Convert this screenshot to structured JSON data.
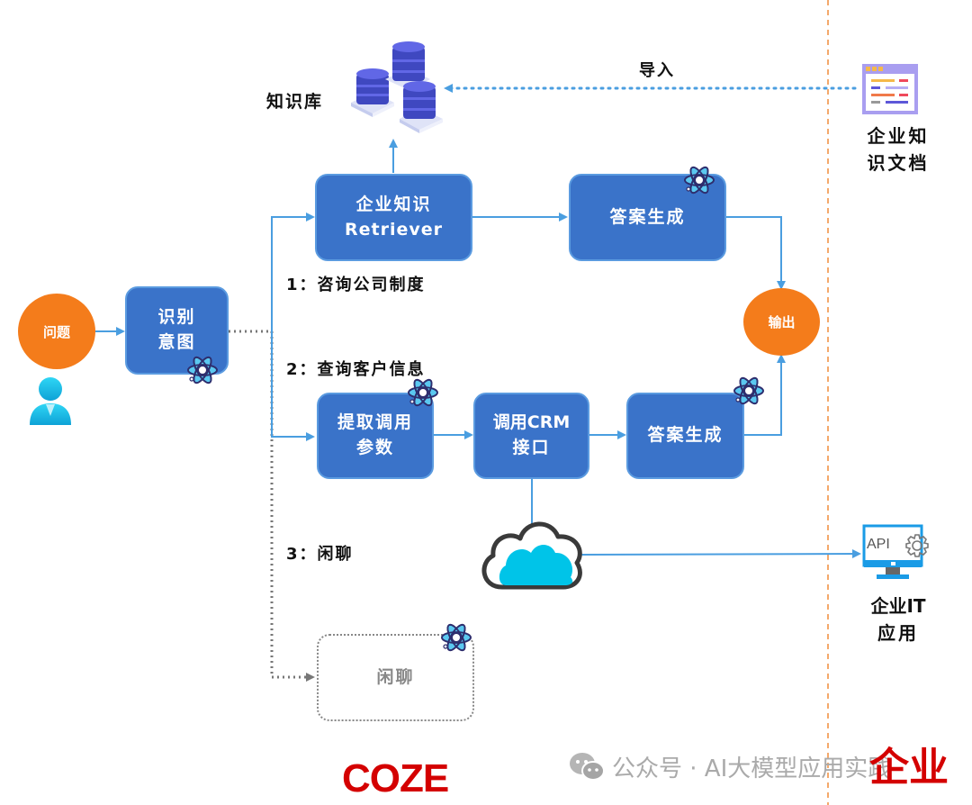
{
  "knowledge_base": {
    "label": "知识库",
    "icon": "database-stack-icon"
  },
  "import_label": "导入",
  "enterprise_doc": {
    "label_line1": "企业知",
    "label_line2": "识文档",
    "icon": "document-window-icon"
  },
  "question": {
    "label": "问题",
    "icon": "user-icon"
  },
  "intent": {
    "line1": "识别",
    "line2": "意图"
  },
  "branches": [
    {
      "label": "1：咨询公司制度"
    },
    {
      "label": "2：查询客户信息"
    },
    {
      "label": "3：闲聊"
    }
  ],
  "retriever": {
    "line1": "企业知识",
    "line2": "Retriever"
  },
  "answer_gen_1": {
    "label": "答案生成"
  },
  "extract_params": {
    "line1": "提取调用",
    "line2": "参数"
  },
  "call_crm": {
    "line1": "调用CRM",
    "line2": "接口"
  },
  "answer_gen_2": {
    "label": "答案生成"
  },
  "output": {
    "label": "输出"
  },
  "chitchat": {
    "label": "闲聊"
  },
  "enterprise_it": {
    "label_line1": "企业IT",
    "label_line2": "应用",
    "screen_text": "API",
    "icon": "api-monitor-icon"
  },
  "footer": {
    "coze": "COZE",
    "enterprise": "企业",
    "watermark": "公众号 · AI大模型应用实践"
  },
  "colors": {
    "node_blue": "#3a73c9",
    "arrow_blue": "#4a9ee0",
    "orange": "#f47c1b",
    "divider": "#f4a96b",
    "brand_red": "#d40000"
  }
}
